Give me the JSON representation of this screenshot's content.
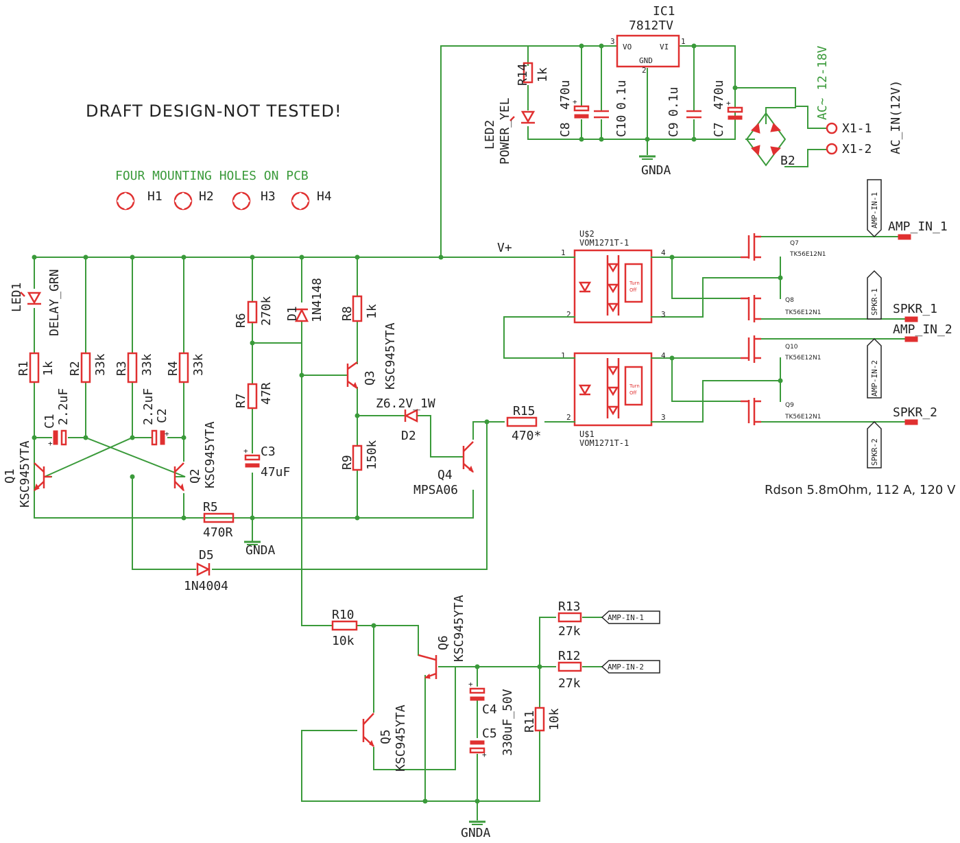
{
  "notes": {
    "draft": "DRAFT DESIGN-NOT TESTED!",
    "holes": "FOUR MOUNTING HOLES ON PCB",
    "rdson": "Rdson 5.8mOhm, 112 A, 120 V",
    "vplus": "V+"
  },
  "holes": [
    "H1",
    "H2",
    "H3",
    "H4"
  ],
  "regulator": {
    "ref": "IC1",
    "value": "7812TV",
    "pin_vo": "VO",
    "pin_vi": "VI",
    "pin_gnd": "GND",
    "n1": "1",
    "n2": "2",
    "n3": "3"
  },
  "power": {
    "r14": {
      "ref": "R14",
      "value": "1k"
    },
    "led2": {
      "ref": "LED2",
      "value": "POWER_YEL"
    },
    "c8": {
      "ref": "C8",
      "value": "470u"
    },
    "c10": {
      "ref": "C10",
      "value": "0.1u"
    },
    "c9": {
      "ref": "C9",
      "value": "0.1u"
    },
    "c7": {
      "ref": "C7",
      "value": "470u"
    },
    "b2": "B2",
    "ac_range": "AC~ 12-18V",
    "x11": "X1-1",
    "x12": "X1-2",
    "ac_in": "AC_IN(12V)"
  },
  "gnd_labels": [
    "GNDA",
    "GNDA",
    "GNDA"
  ],
  "delay": {
    "led1": {
      "ref": "LED1",
      "value": "DELAY_GRN"
    },
    "r1": {
      "ref": "R1",
      "value": "1k"
    },
    "r2": {
      "ref": "R2",
      "value": "33k"
    },
    "r3": {
      "ref": "R3",
      "value": "33k"
    },
    "r4": {
      "ref": "R4",
      "value": "33k"
    },
    "c1": {
      "ref": "C1",
      "value": "2.2uF"
    },
    "c2": {
      "ref": "C2",
      "value": "2.2uF"
    },
    "q1": {
      "ref": "Q1",
      "value": "KSC945YTA"
    },
    "q2": {
      "ref": "Q2",
      "value": "KSC945YTA"
    },
    "r5": {
      "ref": "R5",
      "value": "470R"
    },
    "d5": {
      "ref": "D5",
      "value": "1N4004"
    },
    "r6": {
      "ref": "R6",
      "value": "270k"
    },
    "r7": {
      "ref": "R7",
      "value": "47R"
    },
    "c3": {
      "ref": "C3",
      "value": "47uF"
    },
    "d1": {
      "ref": "D1",
      "value": "1N4148"
    },
    "r8": {
      "ref": "R8",
      "value": "1k"
    },
    "q3": {
      "ref": "Q3",
      "value": "KSC945YTA"
    },
    "r9": {
      "ref": "R9",
      "value": "150k"
    },
    "d2": {
      "ref": "D2",
      "value": "Z6.2V_1W"
    },
    "q4": {
      "ref": "Q4",
      "value": "MPSA06"
    },
    "r15": {
      "ref": "R15",
      "value": "470*"
    }
  },
  "relays": {
    "u2": {
      "ref": "U$2",
      "value": "VOM1271T-1"
    },
    "u1": {
      "ref": "U$1",
      "value": "VOM1271T-1"
    },
    "turn": "Turn",
    "off": "Off",
    "pins": [
      "1",
      "2",
      "3",
      "4"
    ]
  },
  "mosfets": {
    "q7": {
      "ref": "Q7",
      "value": "TK56E12N1"
    },
    "q8": {
      "ref": "Q8",
      "value": "TK56E12N1"
    },
    "q10": {
      "ref": "Q10",
      "value": "TK56E12N1"
    },
    "q9": {
      "ref": "Q9",
      "value": "TK56E12N1"
    }
  },
  "ports": {
    "amp_in_1": "AMP_IN_1",
    "spkr_1": "SPKR_1",
    "amp_in_2": "AMP_IN_2",
    "spkr_2": "SPKR_2",
    "flag_amp1": "AMP-IN-1",
    "flag_spkr1": "SPKR-1",
    "flag_amp2": "AMP-IN-2",
    "flag_spkr2": "SPKR-2"
  },
  "detect": {
    "r10": {
      "ref": "R10",
      "value": "10k"
    },
    "q6": {
      "ref": "Q6",
      "value": "KSC945YTA"
    },
    "q5": {
      "ref": "Q5",
      "value": "KSC945YTA"
    },
    "c4": {
      "ref": "C4",
      "value": ""
    },
    "c5": {
      "ref": "C5",
      "value": "330uF_50V"
    },
    "r11": {
      "ref": "R11",
      "value": "10k"
    },
    "r13": {
      "ref": "R13",
      "value": "27k"
    },
    "r12": {
      "ref": "R12",
      "value": "27k"
    },
    "flag_amp1": "AMP-IN-1",
    "flag_amp2": "AMP-IN-2"
  }
}
